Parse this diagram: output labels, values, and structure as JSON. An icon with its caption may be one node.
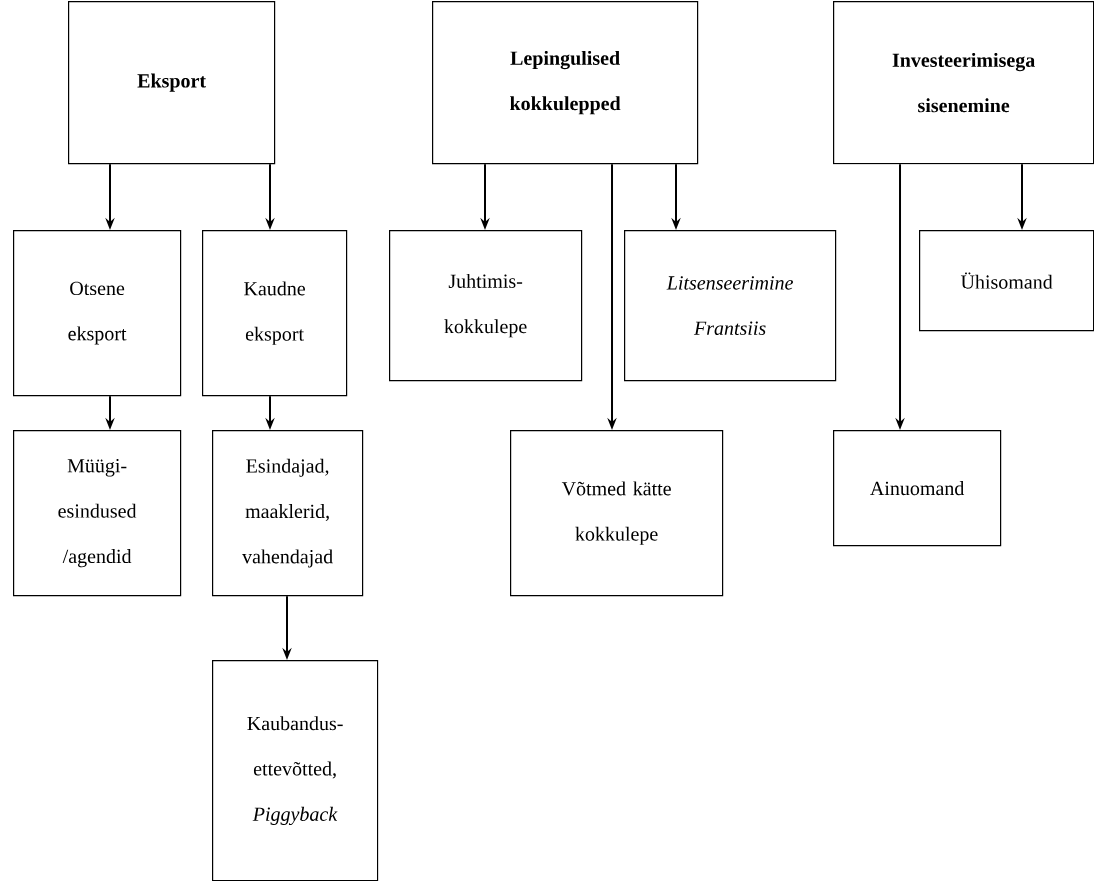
{
  "diagram": {
    "nodes": [
      {
        "text": [
          "Eksport"
        ]
      },
      {
        "text": [
          "Lepingulised kokkulepped"
        ]
      },
      {
        "text": [
          "Investeerimisega sisenemine"
        ]
      },
      {
        "text": [
          "Otsene eksport"
        ]
      },
      {
        "text": [
          "Kaudne eksport"
        ]
      },
      {
        "text": [
          "Juhtimis-kokkulepe"
        ]
      },
      {
        "text": [
          "Litsenseerimine Frantsiis"
        ]
      },
      {
        "text": [
          "Ühisomand"
        ]
      },
      {
        "text": [
          "Müügi-esindused /agendid"
        ]
      },
      {
        "text": [
          "Esindajad, maaklerid, vahendajad"
        ]
      },
      {
        "text": [
          "Võtmed kätte kokkulepe"
        ]
      },
      {
        "text": [
          "Ainuomand"
        ]
      },
      {
        "text": [
          "Kaubandus-ettevõtted, *Piggyback*"
        ]
      }
    ],
    "edges": [
      {
        "from": 0,
        "to": 3,
        "arrow": "to"
      },
      {
        "from": 0,
        "to": 4,
        "arrow": "to"
      },
      {
        "from": 1,
        "to": 5,
        "arrow": "to"
      },
      {
        "from": 1,
        "to": 10,
        "arrow": "to"
      },
      {
        "from": 1,
        "to": 6,
        "arrow": "to"
      },
      {
        "from": 2,
        "to": 11,
        "arrow": "to"
      },
      {
        "from": 2,
        "to": 7,
        "arrow": "to"
      },
      {
        "from": 3,
        "to": 8,
        "arrow": "to"
      },
      {
        "from": 4,
        "to": 9,
        "arrow": "to"
      },
      {
        "from": 9,
        "to": 12,
        "arrow": "to"
      }
    ]
  }
}
